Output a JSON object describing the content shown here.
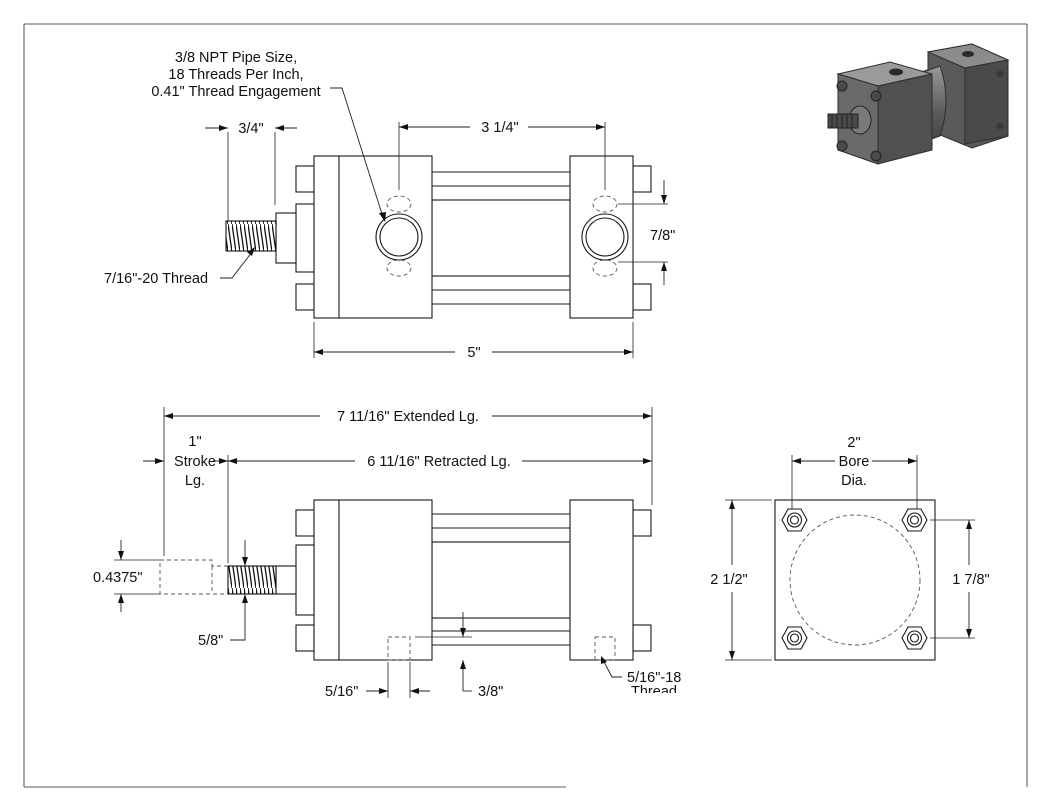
{
  "labels": {
    "pipe_size_line1": "3/8 NPT Pipe Size,",
    "pipe_size_line2": "18 Threads Per Inch,",
    "pipe_size_line3": "0.41\" Thread Engagement",
    "rod_extension": "3/4\"",
    "port_spacing": "3 1/4\"",
    "port_offset": "7/8\"",
    "rod_thread": "7/16\"-20 Thread",
    "body_length": "5\"",
    "extended_length": "7 11/16\" Extended Lg.",
    "stroke_line1": "1\"",
    "stroke_line2": "Stroke",
    "stroke_line3": "Lg.",
    "retracted_length": "6 11/16\" Retracted Lg.",
    "rod_diameter": "0.4375\"",
    "rod_thread_length": "5/8\"",
    "mount_hole_offset": "5/16\"",
    "mount_hole_depth": "3/8\"",
    "mount_thread_line1": "5/16\"-18",
    "mount_thread_line2": "Thread",
    "bore_line1": "2\"",
    "bore_line2": "Bore",
    "bore_line3": "Dia.",
    "end_cap_square": "2 1/2\"",
    "tie_rod_spacing": "1 7/8\""
  },
  "colors": {
    "line": "#1a1a1a",
    "render_body": "#6e6e6e",
    "render_dark": "#3d3d3d",
    "render_light": "#a8a8a8"
  }
}
